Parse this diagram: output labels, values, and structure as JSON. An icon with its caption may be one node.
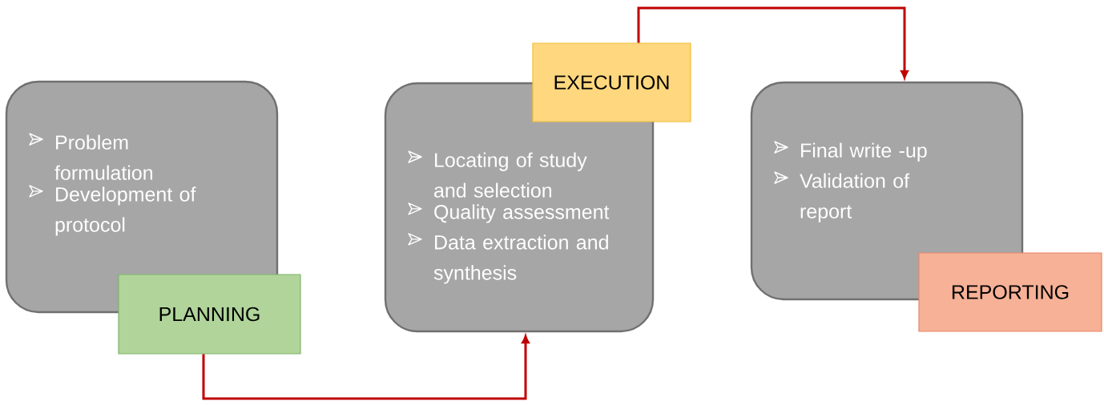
{
  "diagram": {
    "nodes": [
      {
        "text": [
          "Problem formulation",
          "Development of protocol"
        ]
      },
      {
        "text": [
          "PLANNING"
        ]
      },
      {
        "text": [
          "Locating of study and selection",
          "Quality assessment",
          "Data extraction and synthesis"
        ]
      },
      {
        "text": [
          "EXECUTION"
        ]
      },
      {
        "text": [
          "Final write -up",
          "Validation of report"
        ]
      },
      {
        "text": [
          "REPORTING"
        ]
      }
    ],
    "edges": [
      {
        "from": 1,
        "to": 2,
        "arrow": "to"
      },
      {
        "from": 3,
        "to": 4,
        "arrow": "to"
      }
    ]
  }
}
